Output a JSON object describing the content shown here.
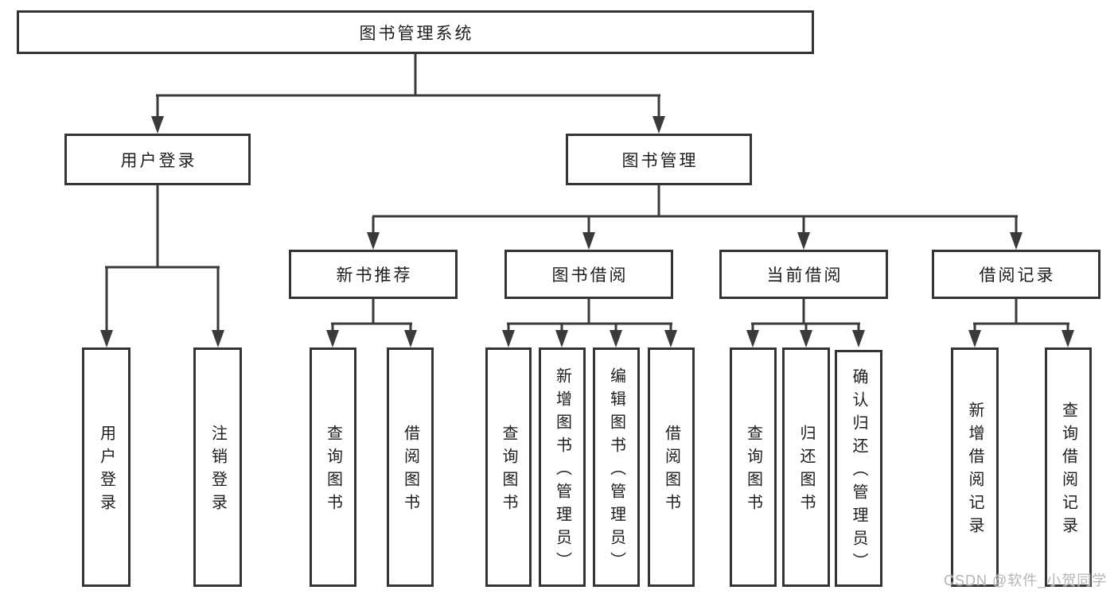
{
  "watermark": "CSDN @软件_小贺同学",
  "colors": {
    "line": "#3a3a3a",
    "box_border": "#343434",
    "box_background": "#ffffff",
    "text": "#1d1d1d",
    "watermark": "#b5b5b5"
  },
  "tree": {
    "root": "图书管理系统",
    "branches": [
      {
        "label": "用户登录",
        "children": [
          "用户登录",
          "注销登录"
        ]
      },
      {
        "label": "图书管理",
        "groups": [
          {
            "label": "新书推荐",
            "children": [
              "查询图书",
              "借阅图书"
            ]
          },
          {
            "label": "图书借阅",
            "children": [
              "查询图书",
              "新增图书（管理员）",
              "编辑图书（管理员）",
              "借阅图书"
            ]
          },
          {
            "label": "当前借阅",
            "children": [
              "查询图书",
              "归还图书",
              "确认归还（管理员）"
            ]
          },
          {
            "label": "借阅记录",
            "children": [
              "新增借阅记录",
              "查询借阅记录"
            ]
          }
        ]
      }
    ]
  }
}
